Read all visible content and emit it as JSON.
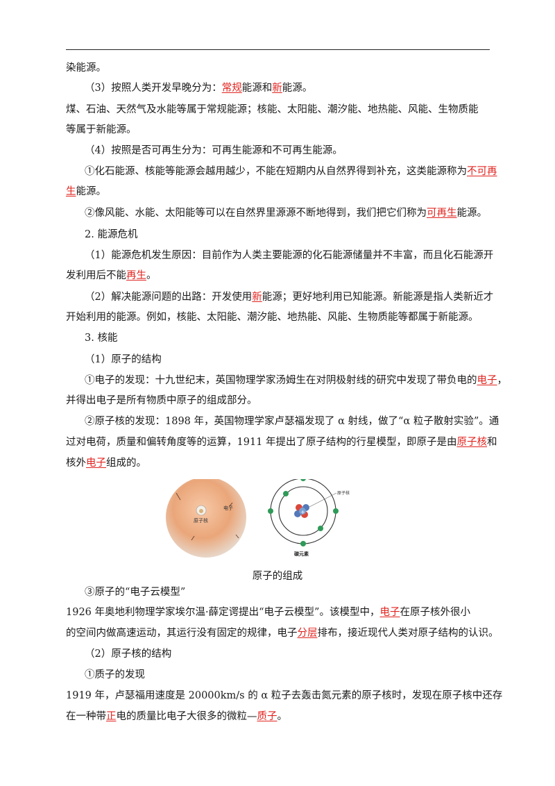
{
  "lines": [
    [
      {
        "t": "染能源。"
      }
    ],
    [
      {
        "t": "（3）按照人类开发早晚分为："
      },
      {
        "t": "常规",
        "h": true
      },
      {
        "t": "能源和"
      },
      {
        "t": "新",
        "h": true
      },
      {
        "t": "能源。"
      }
    ],
    [
      {
        "t": "煤、石油、天然气及水能等属于常规能源；核能、太阳能、潮汐能、地热能、风能、生物质能"
      }
    ],
    [
      {
        "t": "等属于新能源。"
      }
    ],
    [
      {
        "t": "（4）按照是否可再生分为：可再生能源和不可再生能源。"
      }
    ],
    [
      {
        "t": "①化石能源、核能等能源会越用越少，不能在短期内从自然界得到补充，这类能源称为"
      },
      {
        "t": "不可再",
        "h": true
      }
    ],
    [
      {
        "t": "生",
        "h": true
      },
      {
        "t": "能源。"
      }
    ],
    [
      {
        "t": "②像风能、水能、太阳能等可以在自然界里源源不断地得到，我们把它们称为"
      },
      {
        "t": "可再生",
        "h": true
      },
      {
        "t": "能源。"
      }
    ],
    [
      {
        "t": "2. 能源危机"
      }
    ],
    [
      {
        "t": "（1）能源危机发生原因：目前作为人类主要能源的化石能源储量并不丰富，而且化石能源开"
      }
    ],
    [
      {
        "t": "发利用后不能"
      },
      {
        "t": "再生",
        "h": true
      },
      {
        "t": "。"
      }
    ],
    [
      {
        "t": "（2）解决能源问题的出路：开发使用"
      },
      {
        "t": "新",
        "h": true
      },
      {
        "t": "能源；更好地利用已知能源。新能源是指人类新近才"
      }
    ],
    [
      {
        "t": "开始利用的能源。例如，核能、太阳能、潮汐能、地热能、风能、生物质能等都属于新能源。"
      }
    ],
    [
      {
        "t": "3. 核能"
      }
    ],
    [
      {
        "t": "（1）原子的结构"
      }
    ],
    [
      {
        "t": "①电子的发现：十九世纪末，英国物理学家汤姆生在对阴极射线的研究中发现了带负电的"
      },
      {
        "t": "电子",
        "h": true
      },
      {
        "t": "，"
      }
    ],
    [
      {
        "t": "并得出电子是所有物质中原子的组成部分。"
      }
    ],
    [
      {
        "t": "②原子核的发现：1898 年，英国物理学家卢瑟福发现了 α 射线，做了“α 粒子散射实验”。通"
      }
    ],
    [
      {
        "t": "过对电荷，质量和偏转角度等的运算，1911 年提出了原子结构的行星模型，即原子是由"
      },
      {
        "t": "原子核",
        "h": true
      },
      {
        "t": "和"
      }
    ],
    [
      {
        "t": "核外"
      },
      {
        "t": "电子",
        "h": true
      },
      {
        "t": "组成的。"
      }
    ],
    [
      {
        "t": "③原子的“电子云模型”"
      }
    ],
    [
      {
        "t": "1926 年奥地利物理学家埃尔温·薛定谔提出“电子云模型”。该模型中，"
      },
      {
        "t": "电子",
        "h": true
      },
      {
        "t": "在原子核外很小"
      }
    ],
    [
      {
        "t": "的空间内做高速运动，其运行没有固定的规律，电子"
      },
      {
        "t": "分层",
        "h": true
      },
      {
        "t": "排布，接近现代人类对原子结构的认识。"
      }
    ],
    [
      {
        "t": "（2）原子核的结构"
      }
    ],
    [
      {
        "t": "①质子的发现"
      }
    ],
    [
      {
        "t": "1919 年，卢瑟福用速度是 20000km/s 的 α 粒子去轰击氮元素的原子核时，发现在原子核中还存"
      }
    ],
    [
      {
        "t": "在一种带"
      },
      {
        "t": "正",
        "h": true
      },
      {
        "t": "电的质量比电子大很多的微粒—"
      },
      {
        "t": "质子",
        "h": true
      },
      {
        "t": "。"
      }
    ]
  ],
  "figure": {
    "label_electron": "电子",
    "label_nucleus": "原子核",
    "label_nucleus_pointer": "原子核",
    "label_carbon": "碳元素",
    "caption": "原子的组成"
  }
}
